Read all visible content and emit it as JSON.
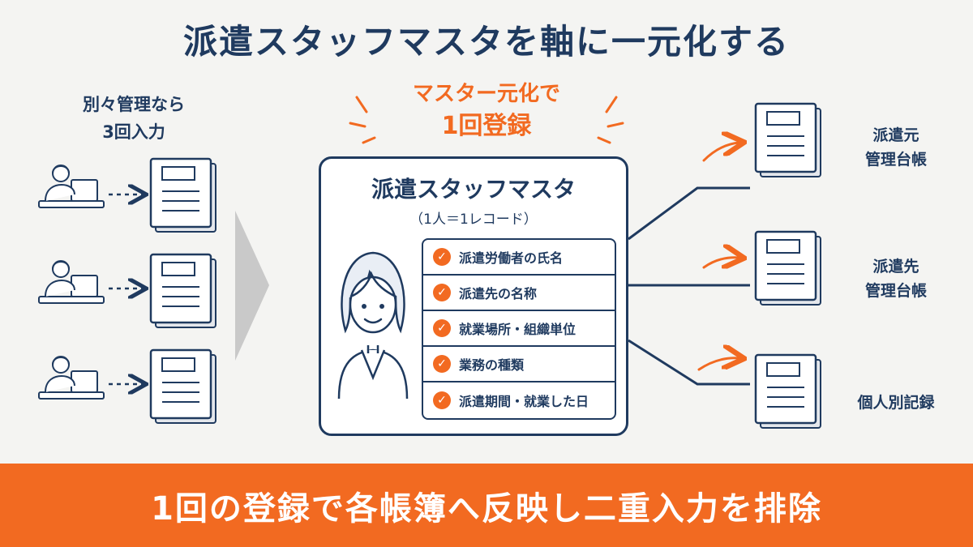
{
  "title": "派遣スタッフマスタを軸に一元化する",
  "left": {
    "caption_line1": "別々管理なら",
    "caption_line2": "3回入力"
  },
  "emphasis": {
    "line1": "マスター元化で",
    "line2": "1回登録"
  },
  "master": {
    "title": "派遣スタッフマスタ",
    "subtitle": "（1人＝1レコード）",
    "items": [
      "派遣労働者の氏名",
      "派遣先の名称",
      "就業場所・組織単位",
      "業務の種類",
      "派遣期間・就業した日"
    ]
  },
  "ledgers": {
    "haken_moto_line1": "派遣元",
    "haken_moto_line2": "管理台帳",
    "haken_saki_line1": "派遣先",
    "haken_saki_line2": "管理台帳",
    "kojin": "個人別記録"
  },
  "banner": "1回の登録で各帳簿へ反映し二重入力を排除",
  "colors": {
    "navy": "#1f3a5f",
    "orange": "#f26a21",
    "background": "#f4f4f2"
  }
}
